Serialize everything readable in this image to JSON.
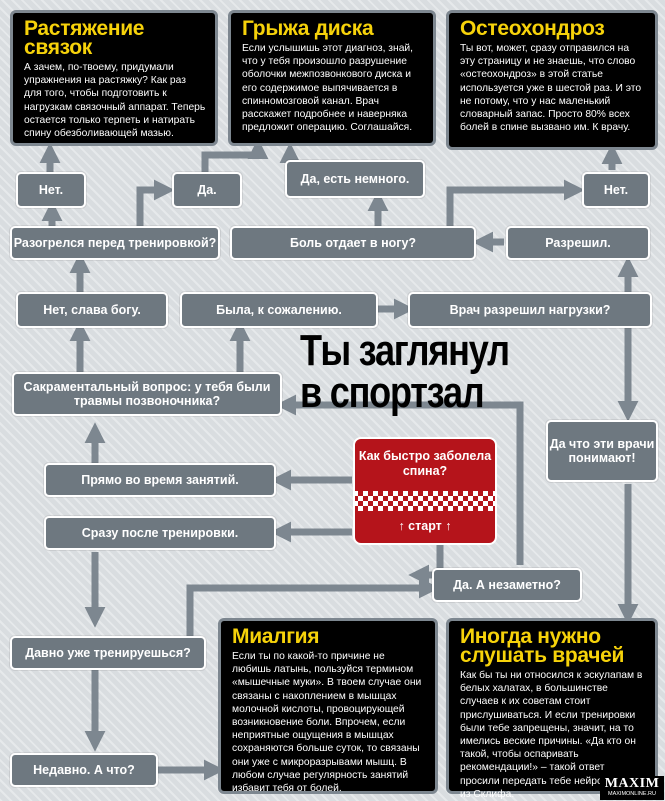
{
  "boxes": {
    "sprains": {
      "title": "Растяжение связок",
      "text": "А зачем, по-твоему, придумали упражнения на растяжку? Как раз для того, чтобы подготовить к нагрузкам связочный аппарат. Теперь остается только терпеть и натирать спину обезболивающей мазью."
    },
    "hernia": {
      "title": "Грыжа диска",
      "text": "Если услышишь этот диагноз, знай, что у тебя произошло разрушение оболочки межпозвонкового диска и его содержимое выпячивается в спинномозговой канал. Врач расскажет подробнее и наверняка предложит операцию. Соглашайся."
    },
    "osteo": {
      "title": "Остеохондроз",
      "text": "Ты вот, может, сразу отправился на эту страницу и не знаешь, что слово «остеохондроз» в этой статье используется уже в шестой раз. И это не потому, что у нас маленький словарный запас. Просто 80% всех болей в спине вызвано им. К врачу."
    },
    "myalgia": {
      "title": "Миалгия",
      "text": "Если ты по какой-то причине не любишь латынь, пользуйся термином «мышечные муки». В твоем случае они связаны с накоплением в мышцах молочной кислоты, провоцирующей возникновение боли. Впрочем, если неприятные ощущения в мышцах сохраняются больше суток, то связаны они уже с микроразрывами мышц. В любом случае регулярность занятий избавит тебя от болей."
    },
    "doctors": {
      "title": "Иногда нужно слушать врачей",
      "text": "Как бы ты ни относился к эскулапам в белых халатах, в большинстве случаев к их советам стоит прислушиваться. И если тренировки были тебе запрещены, значит, на то имелись веские причины. «Да кто он такой, чтобы оспаривать рекомендации!» – такой ответ просили передать тебе нейрохирурги из Склифа."
    }
  },
  "nodes": {
    "no_left": "Нет.",
    "yes_left": "Да.",
    "yes_some": "Да, есть немного.",
    "no_right": "Нет.",
    "warmed_up": "Разогрелся перед тренировкой?",
    "leg_pain": "Боль отдает в ногу?",
    "allowed": "Разрешил.",
    "no_thank_god": "Нет, слава богу.",
    "was_unfortunately": "Была, к сожалению.",
    "doctor_allowed": "Врач разрешил нагрузки?",
    "injury_question": "Сакраментальный вопрос: у тебя были травмы позвоночника?",
    "doctors_understand": "Да что эти врачи понимают!",
    "during_workout": "Прямо во время занятий.",
    "after_workout": "Сразу после тренировки.",
    "unnoticed": "Да. А незаметно?",
    "long_training": "Давно уже тренируешься?",
    "recently": "Недавно. А что?"
  },
  "headline": [
    "Ты заглянул",
    "в спортзал"
  ],
  "start": {
    "question": "Как быстро заболела спина?",
    "label": "↑ старт ↑"
  },
  "logo": {
    "name": "MAXIM",
    "site": "MAXIMONLINE.RU"
  },
  "colors": {
    "accent": "#f6d20a",
    "node": "#6e7880",
    "arrow": "#7d8790",
    "start": "#b5141b"
  }
}
